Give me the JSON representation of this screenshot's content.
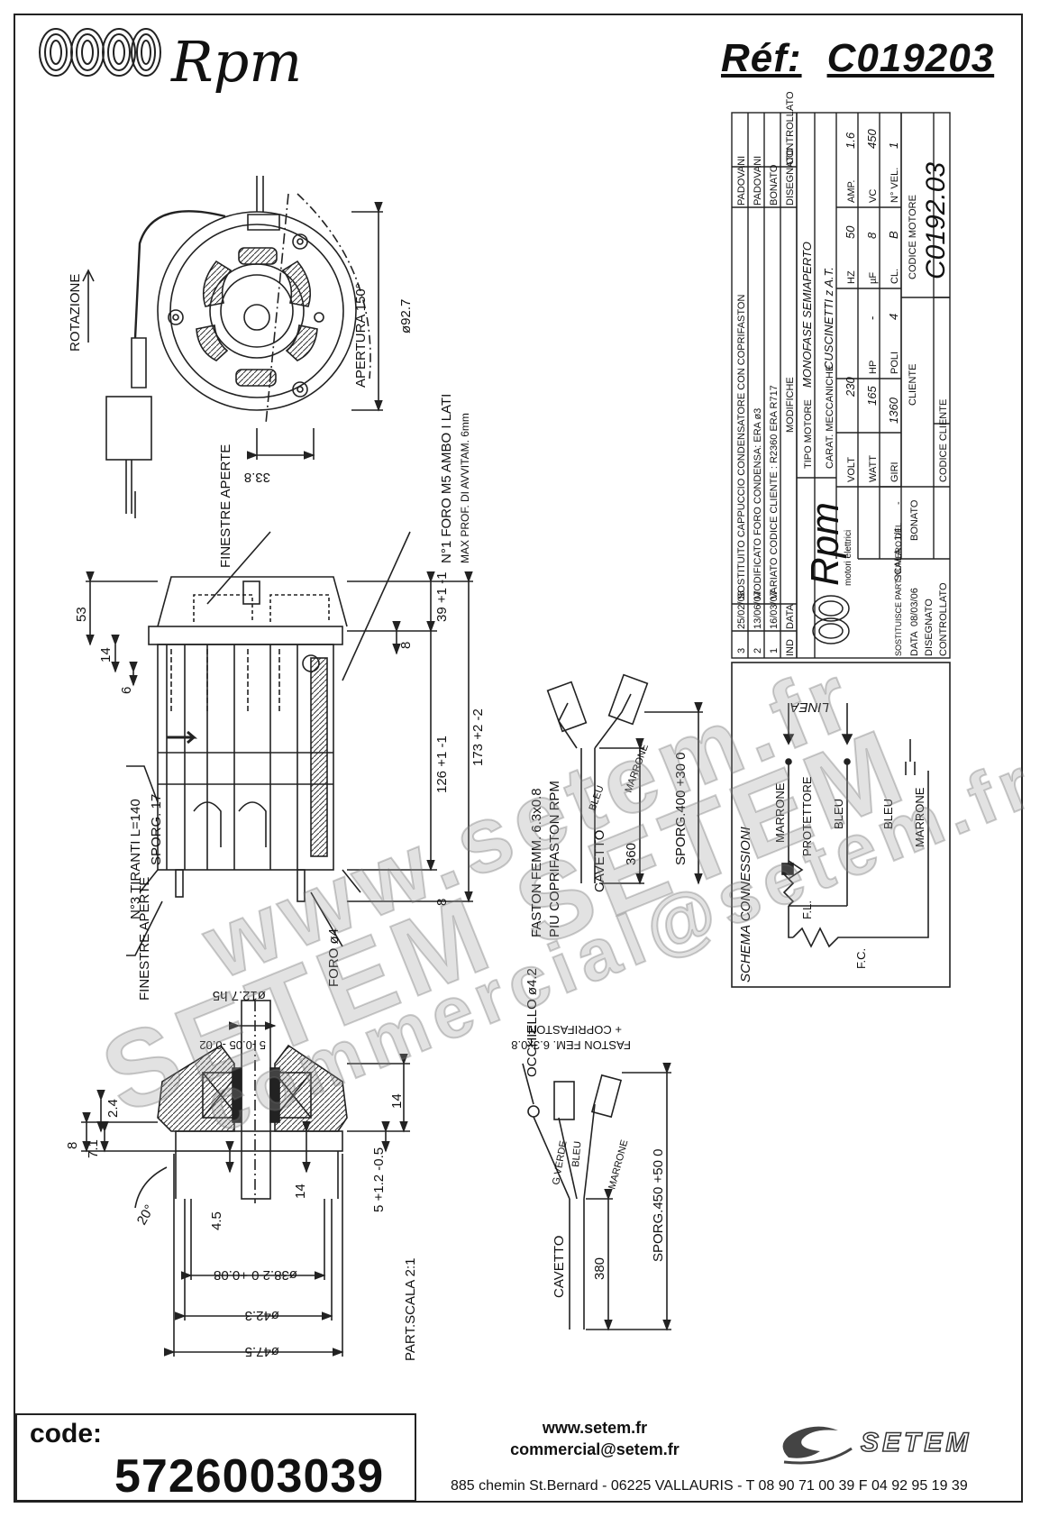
{
  "header": {
    "brand_name": "Rpm",
    "ref_label": "Réf:",
    "ref_value": "C019203"
  },
  "drawing": {
    "rotation_label": "ROTAZIONE",
    "opening_label": "APERTURA 150°",
    "dim_diam": "ø92.7",
    "dim_338": "33.8",
    "hole_note_1": "N°1 FORO M5 AMBO I LATI",
    "hole_note_2": "MAX PROF. DI AVVITAM. 6mm",
    "windows_open": "FINESTRE APERTE",
    "tie_rods": "N°3 TIRANTI L=140",
    "sporg_17": "SPORG. 17",
    "hole_d4": "FORO ø4",
    "dim_53": "53",
    "dim_14": "14",
    "dim_6": "6",
    "dim_39": "39 +1 -1",
    "dim_8a": "8",
    "dim_126": "126 +1 -1",
    "dim_173": "173 +2 -2",
    "dim_8b": "8",
    "faston_1": "FASTON FEMM. 6.3x0.8",
    "faston_2": "PIU COPRIFASTON RPM",
    "cavetto": "CAVETTO",
    "bleu": "BLEU",
    "marrone": "MARRONE",
    "len_360": "360",
    "sporg_400": "SPORG.400 +30 0",
    "shaft_d127": "ø12.7 h5",
    "shaft_5": "5 -0.05 -0.02",
    "dim_24": "2.4",
    "dim_8c": "8",
    "dim_71": "7.1",
    "angle_20": "20°",
    "dim_45": "4.5",
    "dim_14b": "14",
    "dim_14c": "14",
    "dim_5": "5 +1.2 -0.5",
    "d382": "ø38.2 0 +0.08",
    "d423": "ø42.3",
    "d475": "ø47.5",
    "part_scale": "PART.SCALA 2:1",
    "occhiello": "OCCHIELLO ø4.2",
    "faston_3": "FASTON FEM. 6.3x0.8",
    "faston_4": "+ COPRIFASTON",
    "g_verde": "G.VERDE",
    "len_380": "380",
    "sporg_450": "SPORG.450 +50 0"
  },
  "title_block": {
    "revisions": [
      {
        "ind": "3",
        "date": "25/02/08",
        "text": "SOSTITUITO CAPPUCCIO CONDENSATORE CON COPRIFASTON",
        "by": "PADOVANI"
      },
      {
        "ind": "2",
        "date": "13/06/07",
        "text": "MODIFICATO FORO CONDENSA: ERA ø3",
        "by": "PADOVANI"
      },
      {
        "ind": "1",
        "date": "16/03/07",
        "text": "VARIATO CODICE CLIENTE : R2360 ERA R717",
        "by": "BONATO"
      }
    ],
    "rev_head": {
      "ind": "IND",
      "date": "DATA",
      "text": "MODIFICHE",
      "by": "DISEGNATO",
      "ctrl": "CONTROLLATO"
    },
    "motor_type_label": "TIPO MOTORE",
    "motor_type": "MONOFASE SEMIAPERTO",
    "mech_label": "CARAT. MECCANICHE",
    "mech": "CUSCINETTI z A.T.",
    "volt_label": "VOLT",
    "volt": "230",
    "hz_label": "HZ",
    "hz": "50",
    "amp_label": "AMP.",
    "amp": "1.6",
    "watt_label": "WATT",
    "watt": "165",
    "hp_label": "HP",
    "hp": "-",
    "uf_label": "µF",
    "uf": "8",
    "vc_label": "VC",
    "vc": "450",
    "giri_label": "GIRI",
    "giri": "1360",
    "poli_label": "POLI",
    "poli": "4",
    "cl_label": "CL.",
    "cl": "B",
    "nvel_label": "N° VEL.",
    "nvel": "1",
    "motor_code_label": "CODICE MOTORE",
    "motor_code": "C0192.03",
    "client_label": "CLIENTE",
    "client_code_label": "CODICE CLIENTE",
    "logo_sub": "motori elettrici",
    "replaces_label": "SOSTITUISCE PART NUMERO DEL",
    "replaces": "-",
    "scale_label": "SCALA",
    "scale": "1/1",
    "date_label": "DATA",
    "date": "08/03/06",
    "drawn_label": "DISEGNATO",
    "drawn": "BONATO",
    "checked_label": "CONTROLLATO"
  },
  "schema": {
    "title": "SCHEMA CONNESSIONI",
    "linea": "LINEA",
    "marrone": "MARRONE",
    "protettore": "PROTETTORE",
    "bleu": "BLEU",
    "bleu2": "BLEU",
    "marrone2": "MARRONE",
    "fl": "F.L.",
    "fc": "F.C."
  },
  "watermark": {
    "w1": "www.setem.fr",
    "w2": "SETEM SETEM",
    "w3": "commercial@setem.fr"
  },
  "footer": {
    "code_label": "code:",
    "code_value": "5726003039",
    "website": "www.setem.fr",
    "email": "commercial@setem.fr",
    "address": "885 chemin St.Bernard  -  06225 VALLAURIS  -  T 08 90 71 00 39   F 04 92 95 19 39",
    "company": "SETEM"
  }
}
